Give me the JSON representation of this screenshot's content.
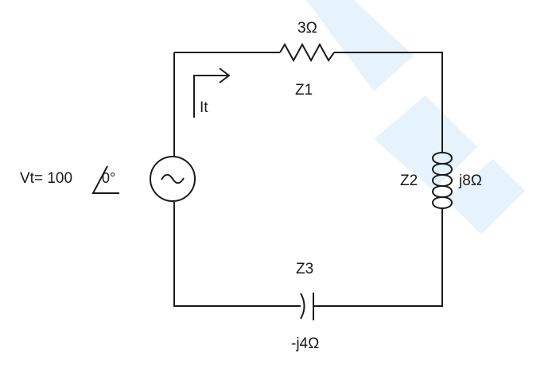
{
  "circuit": {
    "source": {
      "prefix": "Vt= 100",
      "angle": "0°",
      "icon": "ac-source-icon"
    },
    "current_label": "It",
    "z1": {
      "name": "Z1",
      "value": "3Ω",
      "icon": "resistor-icon"
    },
    "z2": {
      "name": "Z2",
      "value": "j8Ω",
      "icon": "inductor-icon"
    },
    "z3": {
      "name": "Z3",
      "value": "-j4Ω",
      "icon": "capacitor-icon"
    }
  },
  "colors": {
    "ink": "#1a1a1a",
    "watermark": "#e6f3fc"
  }
}
